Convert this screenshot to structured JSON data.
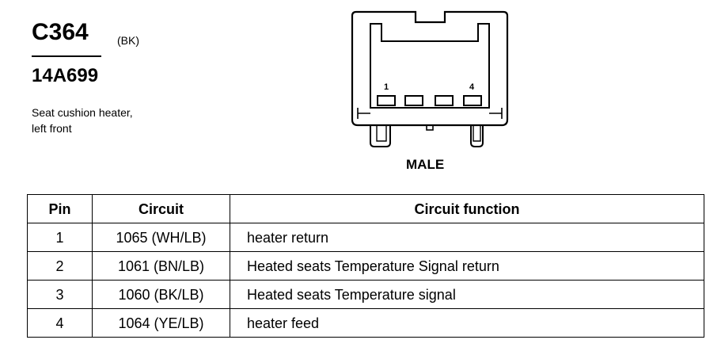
{
  "connector": {
    "id": "C364",
    "color": "(BK)",
    "part_number": "14A699",
    "description_lines": [
      "Seat cushion heater,",
      "left front"
    ],
    "gender": "MALE",
    "pin_labels": [
      "1",
      "4"
    ]
  },
  "table": {
    "headers": [
      "Pin",
      "Circuit",
      "Circuit function"
    ],
    "rows": [
      {
        "pin": "1",
        "circuit": "1065 (WH/LB)",
        "function": "heater return"
      },
      {
        "pin": "2",
        "circuit": "1061 (BN/LB)",
        "function": "Heated seats Temperature Signal return"
      },
      {
        "pin": "3",
        "circuit": "1060 (BK/LB)",
        "function": "Heated seats Temperature signal"
      },
      {
        "pin": "4",
        "circuit": "1064 (YE/LB)",
        "function": "heater feed"
      }
    ]
  }
}
